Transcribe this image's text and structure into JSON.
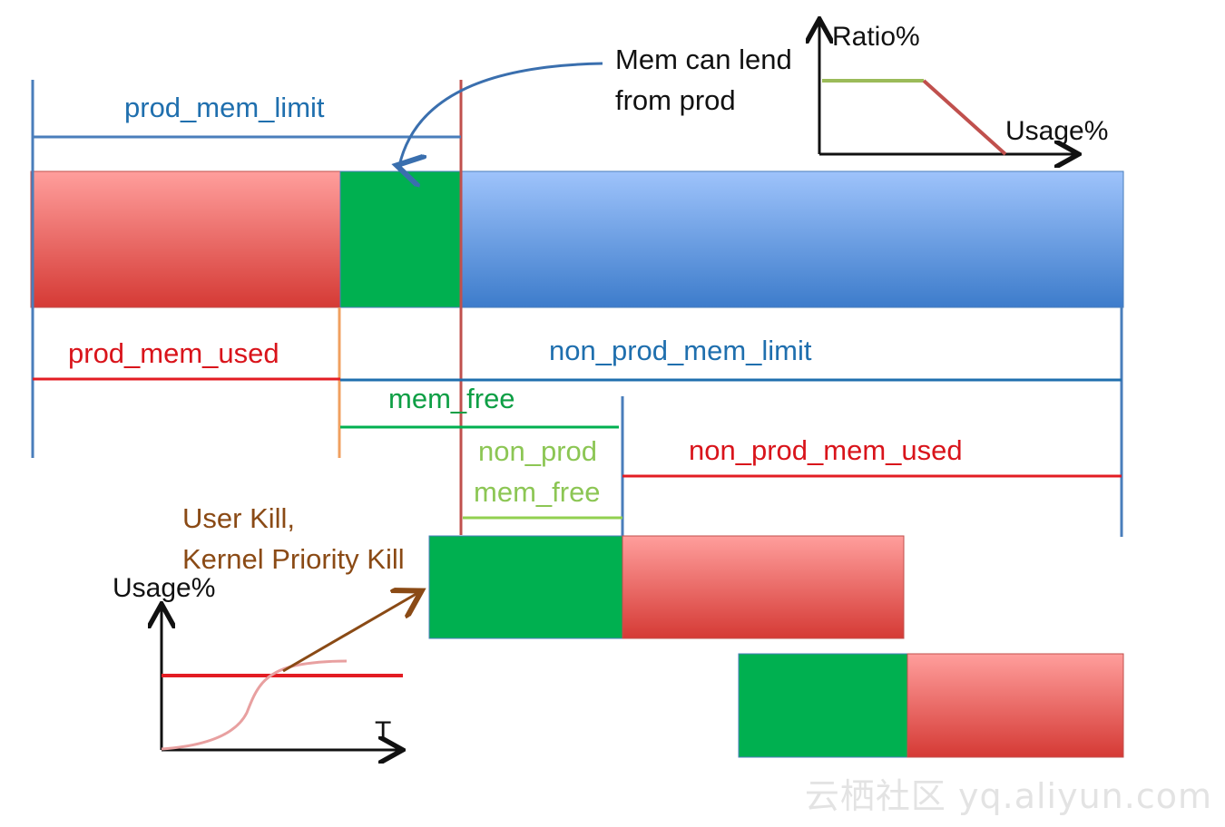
{
  "labels": {
    "prod_mem_limit": "prod_mem_limit",
    "mem_can_lend_line1": "Mem can lend",
    "mem_can_lend_line2": "from prod",
    "ratio_axis": "Ratio%",
    "usage_axis_top": "Usage%",
    "prod_mem_used": "prod_mem_used",
    "non_prod_mem_limit": "non_prod_mem_limit",
    "mem_free": "mem_free",
    "non_prod_mem_free_line1": "non_prod",
    "non_prod_mem_free_line2": "mem_free",
    "non_prod_mem_used": "non_prod_mem_used",
    "kill_line1": "User Kill,",
    "kill_line2": "Kernel Priority Kill",
    "usage_axis_bottom": "Usage%",
    "time_axis": "T"
  },
  "watermark": "云栖社区 yq.aliyun.com",
  "colors": {
    "prod": "#e05555",
    "lendable": "#00b050",
    "non_prod": "#5f97dd",
    "limit_line": "#1f6fae",
    "used_line": "#e31c23",
    "free_line": "#00b050",
    "non_prod_free_line": "#92d050",
    "orange_marker": "#f0a060",
    "kill_arrow": "#8a4a15"
  }
}
